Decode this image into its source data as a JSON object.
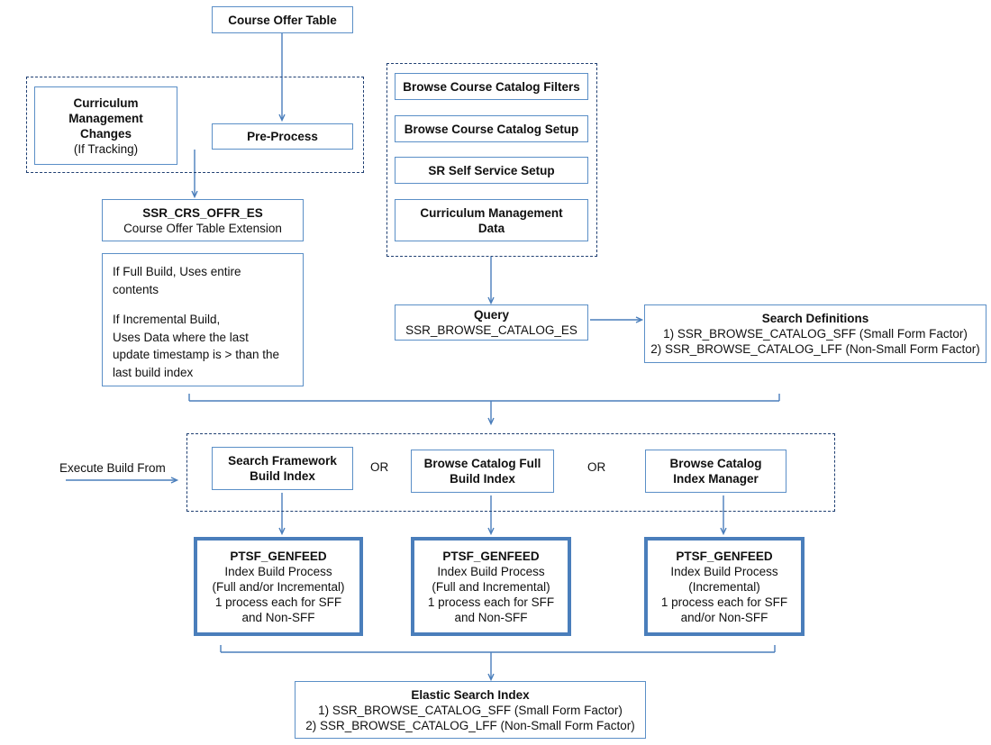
{
  "diagram": {
    "title_node": "Course Offer Table",
    "colors": {
      "thin_border": "#5b8fc7",
      "thick_border": "#4a7ebb",
      "dashed_border": "#1f3f72",
      "arrow": "#4a7ebb",
      "text": "#101010",
      "background": "#ffffff"
    },
    "nodes": {
      "course_offer_table": {
        "label": "Course Offer Table"
      },
      "curriculum_management_changes": {
        "line1": "Curriculum",
        "line2": "Management",
        "line3": "Changes",
        "line4": "(If Tracking)"
      },
      "pre_process": {
        "label": "Pre-Process"
      },
      "ssr_crs_offr_es": {
        "title": "SSR_CRS_OFFR_ES",
        "subtitle": "Course Offer Table Extension"
      },
      "build_note": {
        "para1_line1": "If Full Build,  Uses entire",
        "para1_line2": "contents",
        "para2_line1": "If Incremental Build,",
        "para2_line2": "Uses Data where the last",
        "para2_line3": "update timestamp is > than the",
        "para2_line4": "last build index"
      },
      "browse_course_catalog_filters": {
        "label": "Browse Course Catalog Filters"
      },
      "browse_course_catalog_setup": {
        "label": "Browse Course Catalog Setup"
      },
      "sr_self_service_setup": {
        "label": "SR Self Service Setup"
      },
      "curriculum_management_data": {
        "line1": "Curriculum Management",
        "line2": "Data"
      },
      "query": {
        "title": "Query",
        "subtitle": "SSR_BROWSE_CATALOG_ES"
      },
      "search_definitions": {
        "title": "Search Definitions",
        "item1": "1) SSR_BROWSE_CATALOG_SFF  (Small Form Factor)",
        "item2": "2) SSR_BROWSE_CATALOG_LFF  (Non-Small Form Factor)"
      },
      "search_framework_build_index": {
        "line1": "Search Framework",
        "line2": "Build Index"
      },
      "browse_catalog_full_build_index": {
        "line1": "Browse Catalog  Full",
        "line2": "Build Index"
      },
      "browse_catalog_index_manager": {
        "line1": "Browse Catalog",
        "line2": "Index Manager"
      },
      "ptsf_genfeed_1": {
        "title": "PTSF_GENFEED",
        "line2": "Index Build  Process",
        "line3": "(Full and/or  Incremental)",
        "line4": "1 process  each for SFF",
        "line5": "and Non-SFF"
      },
      "ptsf_genfeed_2": {
        "title": "PTSF_GENFEED",
        "line2": "Index Build  Process",
        "line3": "(Full and Incremental)",
        "line4": "1 process  each for SFF",
        "line5": "and Non-SFF"
      },
      "ptsf_genfeed_3": {
        "title": "PTSF_GENFEED",
        "line2": "Index Build  Process",
        "line3": "(Incremental)",
        "line4": "1 process  each for SFF",
        "line5": "and/or Non-SFF"
      },
      "elastic_search_index": {
        "title": "Elastic Search Index",
        "item1": "1) SSR_BROWSE_CATALOG_SFF  (Small Form Factor)",
        "item2": "2) SSR_BROWSE_CATALOG_LFF  (Non-Small Form Factor)"
      }
    },
    "labels": {
      "execute_build_from": "Execute Build From",
      "or_1": "OR",
      "or_2": "OR"
    }
  }
}
